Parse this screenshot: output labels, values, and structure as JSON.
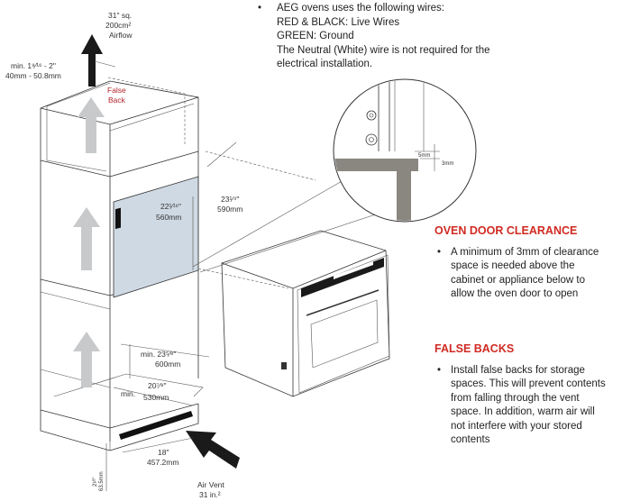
{
  "wiring_note": {
    "intro": "AEG ovens uses the following wires:",
    "line1": "RED & BLACK: Live Wires",
    "line2": "GREEN: Ground",
    "line3": "The Neutral (White) wire is not required for the",
    "line4": "electrical installation."
  },
  "door_clearance": {
    "heading": "OVEN DOOR CLEARANCE",
    "lines": [
      "A minimum of 3mm of clearance",
      "space is needed above the",
      "cabinet or appliance below to",
      "allow the oven door to open"
    ]
  },
  "false_backs": {
    "heading": "FALSE BACKS",
    "lines": [
      "Install false backs for storage",
      "spaces. This will prevent contents",
      "from falling through the vent",
      "space. In addition, warm air will",
      "not interfere with your stored",
      "contents"
    ]
  },
  "labels": {
    "airflow_top": "31\" sq.",
    "airflow_area": "200cm²",
    "airflow_word": "Airflow",
    "min_gap_imperial": "min. 1⁹⁄¹⁶ - 2\"",
    "min_gap_metric": "40mm - 50.8mm",
    "false_back_1": "False",
    "false_back_2": "Back",
    "width_imperial": "22¹⁄¹⁶\"",
    "width_metric": "560mm",
    "height_imperial": "23¹⁄⁴\"",
    "height_metric": "590mm",
    "depth_imperial": "min. 23⁵⁄⁸\"",
    "depth_metric": "600mm",
    "inner_imperial": "20⁷⁄⁸\"",
    "inner_min": "min.",
    "inner_metric": "530mm",
    "vent_imperial": "18\"",
    "vent_metric": "457.2mm",
    "plinth_imperial": "2¹⁄²\"",
    "plinth_metric": "63.5mm",
    "air_vent_1": "Air Vent",
    "air_vent_2": "31 in.²",
    "detail_5mm": "5mm",
    "detail_3mm": "3mm"
  },
  "colors": {
    "warning_red": "#d02a22",
    "panel_blue": "#cfd9e3",
    "arrow_grey": "#c7c9cb",
    "arrow_black": "#1a1a1a"
  }
}
